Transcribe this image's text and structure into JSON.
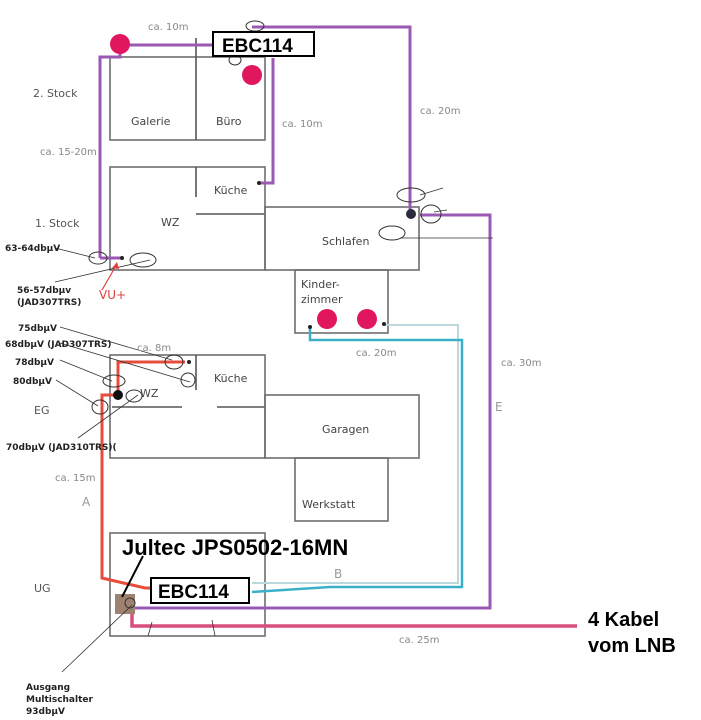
{
  "floors": {
    "top": "2. Stock",
    "first": "1. Stock",
    "ground": "EG",
    "basement": "UG"
  },
  "rooms": {
    "galerie": "Galerie",
    "buero": "Büro",
    "kueche1": "Küche",
    "wz1": "WZ",
    "schlafen": "Schlafen",
    "kinder1": "Kinder-",
    "kinder2": "zimmer",
    "wz_eg": "WZ",
    "kueche_eg": "Küche",
    "garagen": "Garagen",
    "werkstatt": "Werkstatt"
  },
  "lengths": {
    "top_10m": "ca. 10m",
    "buero_10m": "ca. 10m",
    "left_15_20m": "ca. 15-20m",
    "right_20m": "ca. 20m",
    "kinder_20m": "ca. 20m",
    "right_30m": "ca. 30m",
    "eg_8m": "ca. 8m",
    "ug_15m": "ca. 15m",
    "lnb_25m": "ca. 25m"
  },
  "cable_letters": {
    "a": "A",
    "b": "B",
    "e": "E"
  },
  "levels": {
    "l63": "63-64dbµV",
    "l56": "56-57dbµv",
    "l56_model": "(JAD307TRS)",
    "l75": "75dbµV",
    "l68": "68dbµV (JAD307TRS)",
    "l78": "78dbµV",
    "l80": "80dbµV",
    "l70": "70dbµV (JAD310TRS)(",
    "out1": "Ausgang",
    "out2": "Multischalter",
    "out3": "93dbµV"
  },
  "annotations": {
    "vu": "VU+",
    "ebc_top": "EBC114",
    "ebc_bottom": "EBC114",
    "jultec": "Jultec JPS0502-16MN",
    "lnb1": "4 Kabel",
    "lnb2": "vom LNB"
  },
  "colors": {
    "cable_purple": "#9b59b6",
    "cable_red": "#e74c3c",
    "cable_pink": "#d94f7c",
    "cable_cyan": "#3ab0c8",
    "marker_magenta": "#e0175f"
  }
}
